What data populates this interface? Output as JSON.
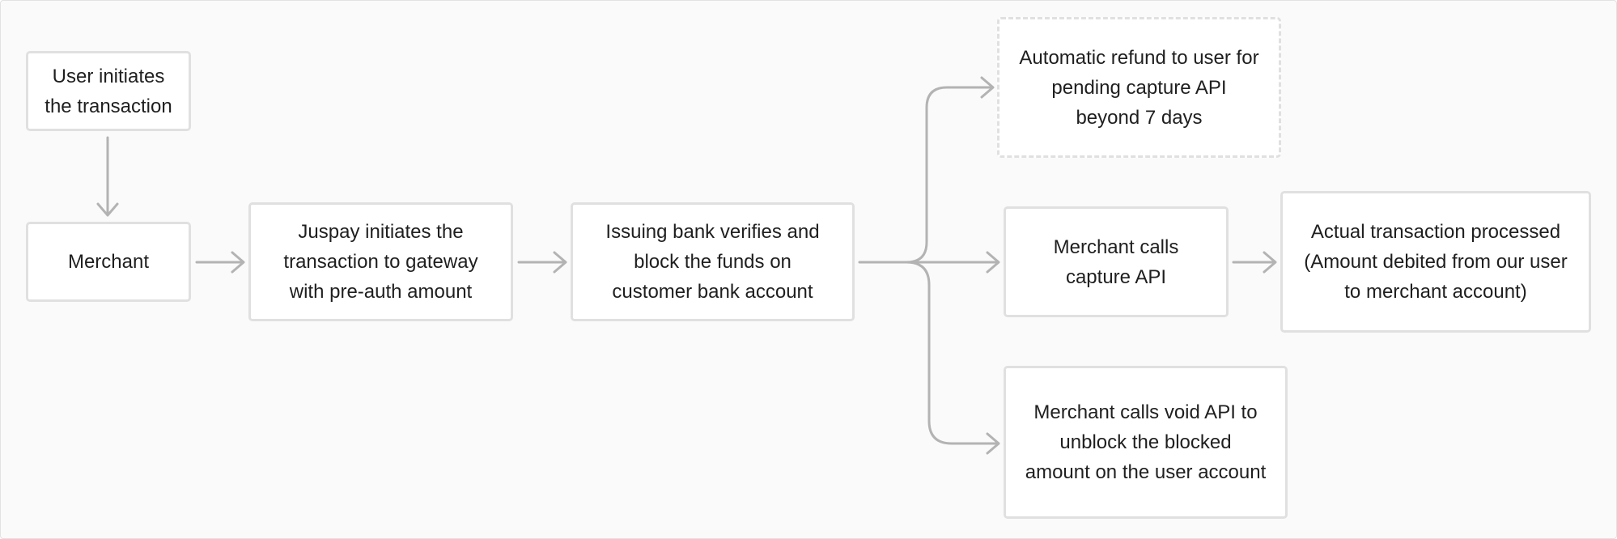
{
  "diagram": {
    "colors": {
      "background": "#fafafa",
      "node_fill": "#ffffff",
      "node_border": "#e0e0e0",
      "edge": "#b3b3b3",
      "text": "#1f1f1f"
    },
    "nodes": {
      "user_initiates": {
        "text": "User initiates\nthe transaction"
      },
      "merchant": {
        "text": "Merchant"
      },
      "juspay_initiates": {
        "text": "Juspay initiates the\ntransaction to gateway\nwith pre-auth amount"
      },
      "issuing_bank": {
        "text": "Issuing bank verifies and\nblock the funds on\ncustomer bank account"
      },
      "automatic_refund": {
        "text": "Automatic refund to user for\npending capture API\nbeyond 7 days",
        "style": "dashed"
      },
      "capture_api": {
        "text": "Merchant calls\ncapture API"
      },
      "actual_transaction": {
        "text": "Actual transaction processed\n(Amount debited from our user\nto merchant account)"
      },
      "void_api": {
        "text": "Merchant calls void API to\nunblock the blocked\namount on the user account"
      }
    },
    "edges": [
      {
        "from": "user_initiates",
        "to": "merchant"
      },
      {
        "from": "merchant",
        "to": "juspay_initiates"
      },
      {
        "from": "juspay_initiates",
        "to": "issuing_bank"
      },
      {
        "from": "issuing_bank",
        "to": "automatic_refund"
      },
      {
        "from": "issuing_bank",
        "to": "capture_api"
      },
      {
        "from": "issuing_bank",
        "to": "void_api"
      },
      {
        "from": "capture_api",
        "to": "actual_transaction"
      }
    ]
  }
}
